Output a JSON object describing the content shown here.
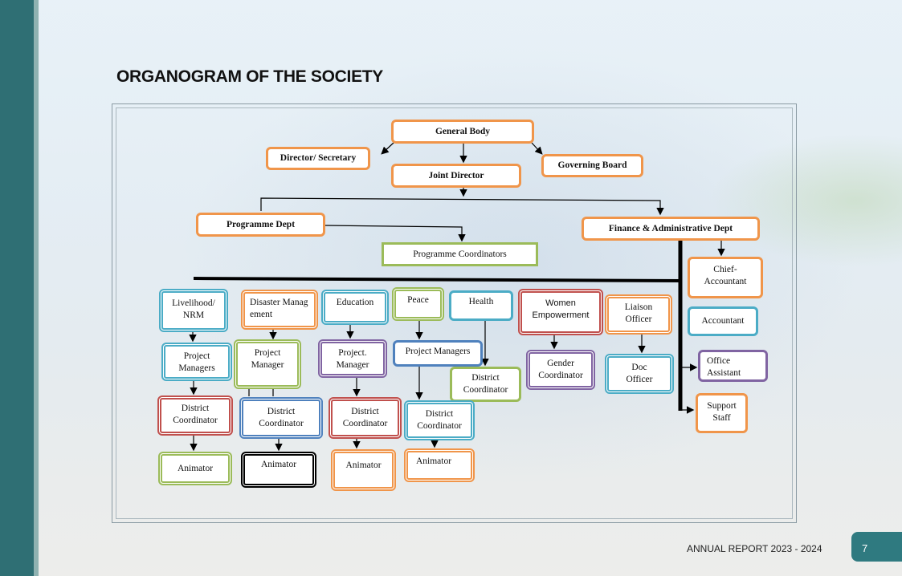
{
  "title": "ORGANOGRAM OF THE SOCIETY",
  "footer": {
    "report": "ANNUAL REPORT 2023 - 2024",
    "page": "7"
  },
  "chart": {
    "general_body": "General Body",
    "director_secretary": "Director/ Secretary",
    "joint_director": "Joint Director",
    "governing_board": "Governing Board",
    "programme_dept": "Programme Dept",
    "finance_dept": "Finance & Administrative Dept",
    "programme_coordinators": "Programme Coordinators",
    "chief_accountant": "Chief-Accountant",
    "accountant": "Accountant",
    "office_assistant": "Office Assistant",
    "support_staff": "Support Staff",
    "programmes": {
      "livelihood": "Livelihood/ NRM",
      "disaster": "Disaster Management",
      "education": "Education",
      "peace": "Peace",
      "health": "Health",
      "women": "Women Empowerment",
      "liaison": "Liaison Officer"
    },
    "managers": {
      "livelihood": "Project Managers",
      "disaster": "Project Manager",
      "education": "Project. Manager",
      "peace": "Project Managers",
      "health": "District Coordinator",
      "women": "Gender Coordinator",
      "liaison": "Doc Officer"
    },
    "district_coordinator": "District Coordinator",
    "animator": "Animator"
  },
  "colors": {
    "orange": "#f0954a",
    "blue": "#4bacc6",
    "green": "#9bbb59",
    "red": "#c0504d",
    "purple": "#8064a2",
    "dark_blue": "#4f81bd",
    "teal": "#2f6f74"
  }
}
